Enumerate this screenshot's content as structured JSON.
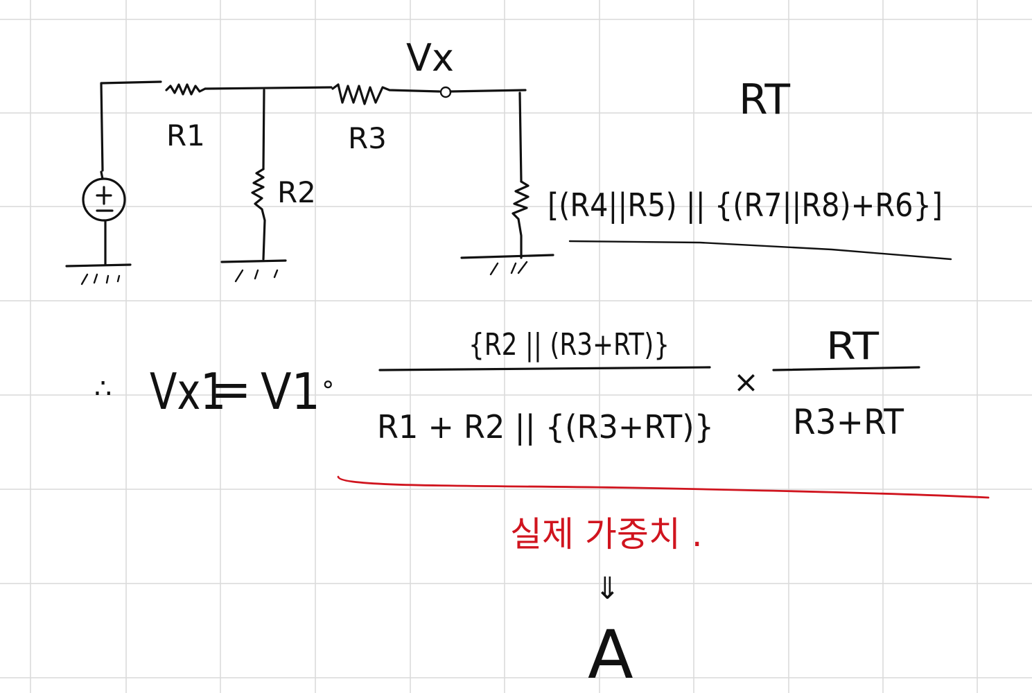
{
  "colors": {
    "paper": "#ffffff",
    "grid": "#d9d9d9",
    "ink": "#111111",
    "annotation": "#d0141e"
  },
  "circuit": {
    "node_label": "Vx",
    "resistors": {
      "r1": "R1",
      "r2": "R2",
      "r3": "R3"
    },
    "source_symbol": "±",
    "equivalent_label": "RT",
    "equivalent_expression": "[(R4||R5) || {(R7||R8)+R6}]"
  },
  "equation": {
    "therefore": "∴",
    "lhs": "Vx1",
    "equals": "=",
    "source": "V1",
    "dot": "∘",
    "fraction1": {
      "numerator": "{R2 || (R3+RT)}",
      "denominator": "R1 +  R2 || {(R3+RT)}"
    },
    "times": "×",
    "fraction2": {
      "numerator": "RT",
      "denominator": "R3+RT"
    }
  },
  "annotation": {
    "text": "실제  가중치 .",
    "arrow": "⇓",
    "result": "A"
  }
}
